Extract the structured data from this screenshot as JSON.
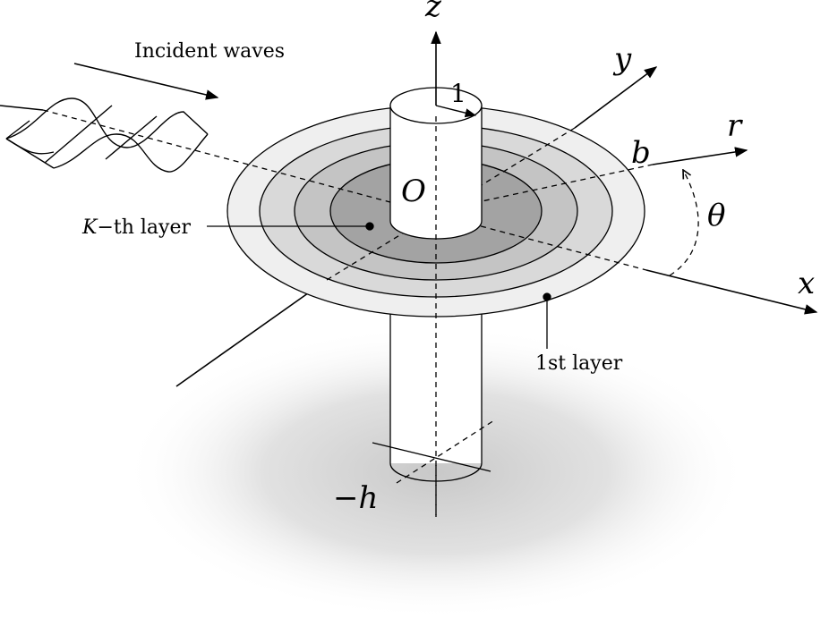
{
  "labels": {
    "incident": "Incident waves",
    "kth_layer_var": "K",
    "kth_layer_rest": "−th layer",
    "first_layer": "1st layer",
    "axis_z": "z",
    "axis_y": "y",
    "axis_x": "x",
    "axis_r": "r",
    "theta": "θ",
    "origin": "O",
    "radius_b": "b",
    "radius_one": "1",
    "depth": "−h"
  },
  "colors": {
    "line": "#000000",
    "layer_1": "#efefef",
    "layer_2": "#d9d9d9",
    "layer_3": "#c4c4c4",
    "layer_4": "#b3b3b3",
    "layer_k": "#9e9e9e",
    "shadow": "#cfcfcf",
    "cylinder": "#ffffff"
  }
}
